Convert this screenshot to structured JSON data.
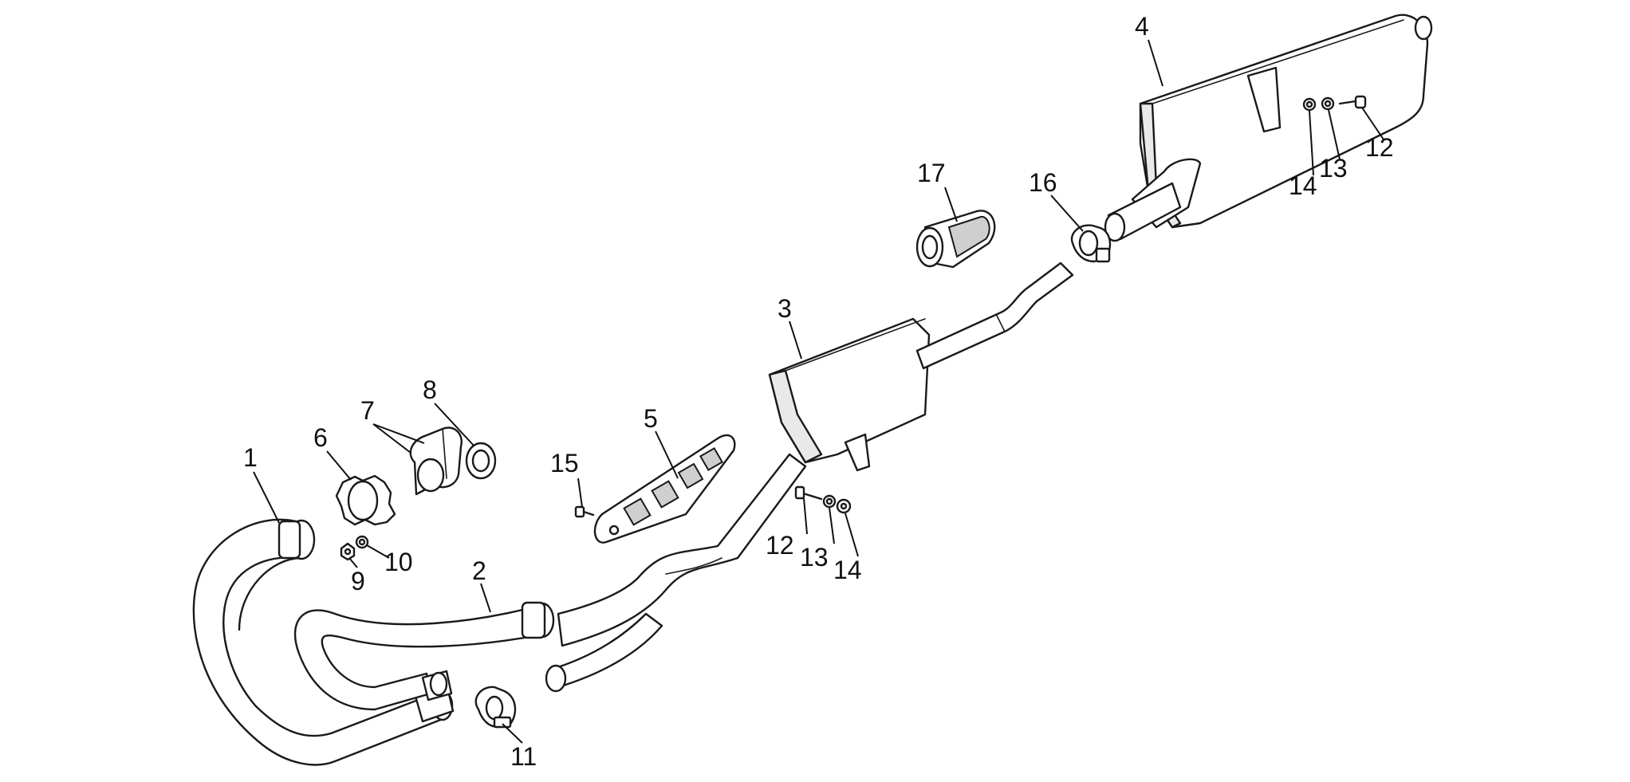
{
  "callouts": {
    "c1": "1",
    "c2": "2",
    "c3": "3",
    "c4": "4",
    "c5": "5",
    "c6": "6",
    "c7": "7",
    "c8": "8",
    "c9": "9",
    "c10": "10",
    "c11": "11",
    "c12a": "12",
    "c13a": "13",
    "c14a": "14",
    "c12b": "12",
    "c13b": "13",
    "c14b": "14",
    "c15": "15",
    "c16": "16",
    "c17": "17"
  }
}
